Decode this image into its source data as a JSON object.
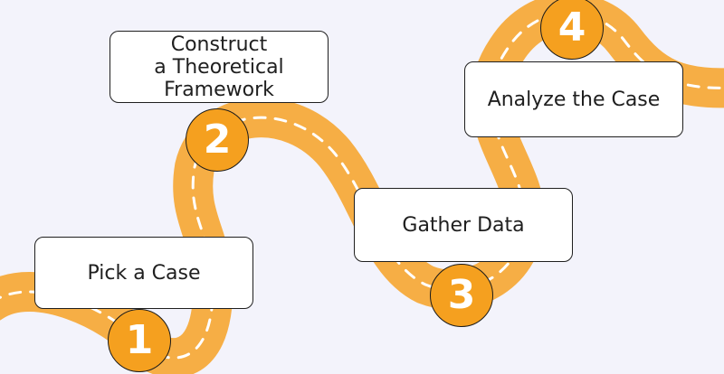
{
  "colors": {
    "background": "#f3f3fb",
    "road": "#f6ae45",
    "road_dash": "#ffffff",
    "badge": "#f5a01f",
    "card_border": "#1f1f1f",
    "text": "#1f1f1f"
  },
  "steps": [
    {
      "number": "1",
      "label_lines": [
        "Pick a Case"
      ]
    },
    {
      "number": "2",
      "label_lines": [
        "Construct",
        "a Theoretical",
        "Framework"
      ]
    },
    {
      "number": "3",
      "label_lines": [
        "Gather Data"
      ]
    },
    {
      "number": "4",
      "label_lines": [
        "Analyze the Case"
      ]
    }
  ]
}
